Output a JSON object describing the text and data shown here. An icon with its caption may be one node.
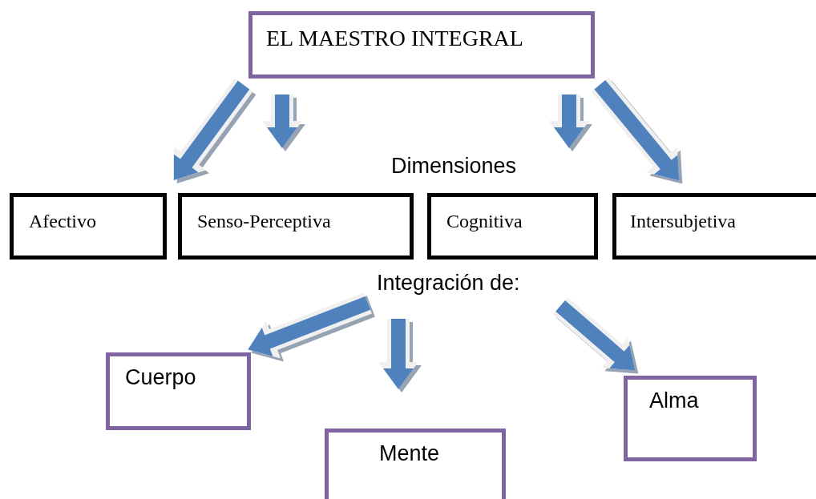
{
  "diagram": {
    "nodes": [
      {
        "text": [
          "EL MAESTRO INTEGRAL"
        ]
      },
      {
        "text": [
          "Afectivo"
        ]
      },
      {
        "text": [
          "Senso-Perceptiva"
        ]
      },
      {
        "text": [
          "Cognitiva"
        ]
      },
      {
        "text": [
          "Intersubjetiva"
        ]
      },
      {
        "text": [
          "Integración de:"
        ]
      },
      {
        "text": [
          "Cuerpo"
        ]
      },
      {
        "text": [
          "Mente"
        ]
      },
      {
        "text": [
          "Alma"
        ]
      }
    ],
    "edges": [
      {
        "from": 0,
        "to": 1,
        "arrow": "to"
      },
      {
        "from": 0,
        "to": 2,
        "arrow": "to"
      },
      {
        "from": 0,
        "to": 3,
        "arrow": "to"
      },
      {
        "from": 0,
        "to": 4,
        "arrow": "to"
      },
      {
        "from": 5,
        "to": 6,
        "arrow": "to"
      },
      {
        "from": 5,
        "to": 7,
        "arrow": "to"
      },
      {
        "from": 5,
        "to": 8,
        "arrow": "to"
      }
    ],
    "labels": [
      "Dimensiones"
    ]
  }
}
